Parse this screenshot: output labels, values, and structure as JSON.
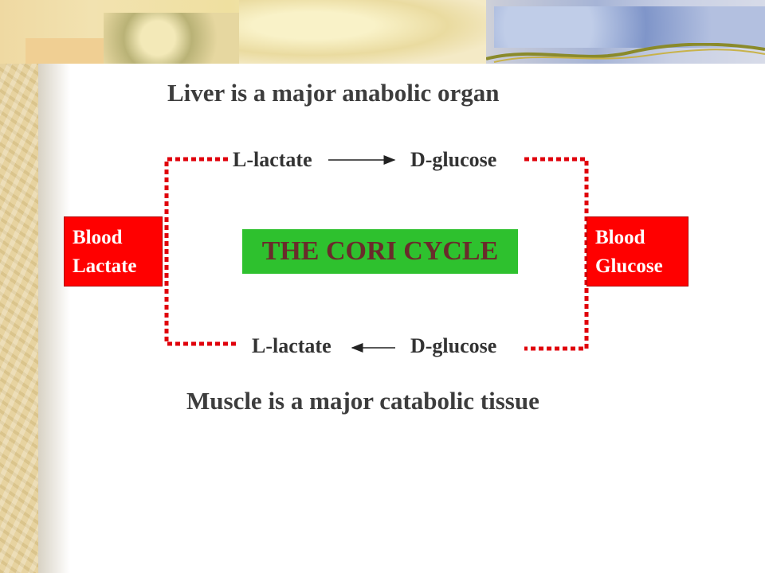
{
  "diagram": {
    "title_top": "Liver is a major anabolic organ",
    "title_bottom": "Muscle is a major catabolic tissue",
    "liver_from": "L-lactate",
    "liver_to": "D-glucose",
    "muscle_from": "L-lactate",
    "muscle_to": "D-glucose",
    "center_label": "THE CORI CYCLE",
    "blood_lactate": {
      "line1": "Blood",
      "line2": "Lactate"
    },
    "blood_glucose": {
      "line1": "Blood",
      "line2": "Glucose"
    }
  },
  "colors": {
    "dotted_line": "#e0000b",
    "side_box": "#ff0000",
    "center_box": "#2ec12e",
    "center_text": "#6a2b2b",
    "title_text": "#3d3d3d"
  }
}
